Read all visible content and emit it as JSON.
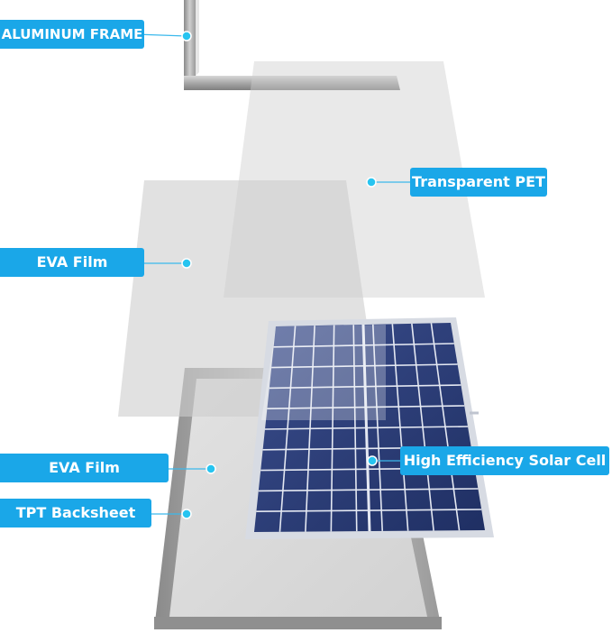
{
  "colors": {
    "label_bg": "#1aa7e8",
    "connector": "#3bb9ec",
    "dot": "#27c4f0",
    "frame": "#9d9d9d",
    "frame_light": "#c9c9c9",
    "film": "#d9d9d9",
    "solar_cell": "#2b3d78",
    "cell_line": "#e4e8f2"
  },
  "labels": {
    "aluminum_frame": "ALUMINUM FRAME",
    "transparent_pet": "Transparent PET",
    "eva_film_top": "EVA Film",
    "eva_film_bottom": "EVA Film",
    "tpt_backsheet": "TPT Backsheet",
    "solar_cell": "High Efficiency Solar Cell"
  }
}
